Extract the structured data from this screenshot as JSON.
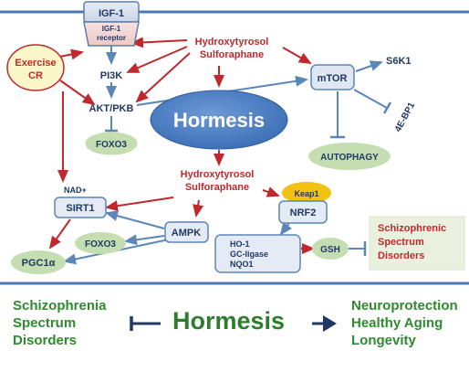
{
  "diagram": {
    "receptor": {
      "title": "IGF-1",
      "subtitle_line1": "IGF-1",
      "subtitle_line2": "receptor"
    },
    "exercise": {
      "line1": "Exercise",
      "line2": "CR"
    },
    "top_compounds": {
      "line1": "Hydroxytyrosol",
      "line2": "Sulforaphane"
    },
    "mid_compounds": {
      "line1": "Hydroxytyrosol",
      "line2": "Sulforaphane"
    },
    "nodes": {
      "pi3k": "PI3K",
      "akt": "AKT/PKB",
      "foxo3_top": "FOXO3",
      "hormesis": "Hormesis",
      "mtor": "mTOR",
      "s6k1": "S6K1",
      "ebp1": "4E-BP1",
      "autophagy": "AUTOPHAGY",
      "nad": "NAD+",
      "sirt1": "SIRT1",
      "keap1": "Keap1",
      "nrf2": "NRF2",
      "ampk": "AMPK",
      "foxo3_bottom": "FOXO3",
      "pgc1a": "PGC1α",
      "ho1": "HO-1",
      "gc_ligase": "GC-ligase",
      "nqo1": "NQO1",
      "gsh": "GSH"
    },
    "schizo_box": {
      "line1": "Schizophrenic",
      "line2": "Spectrum",
      "line3": "Disorders"
    }
  },
  "summary": {
    "left": [
      "Schizophrenia",
      "Spectrum",
      "Disorders"
    ],
    "center": "Hormesis",
    "right": [
      "Neuroprotection",
      "Healthy Aging",
      "Longevity"
    ]
  },
  "colors": {
    "red": "#c0282d",
    "blue": "#5b86b8",
    "dark_navy": "#1f3864",
    "green_text": "#2e8b2e",
    "green_node": "#c5deb1"
  }
}
